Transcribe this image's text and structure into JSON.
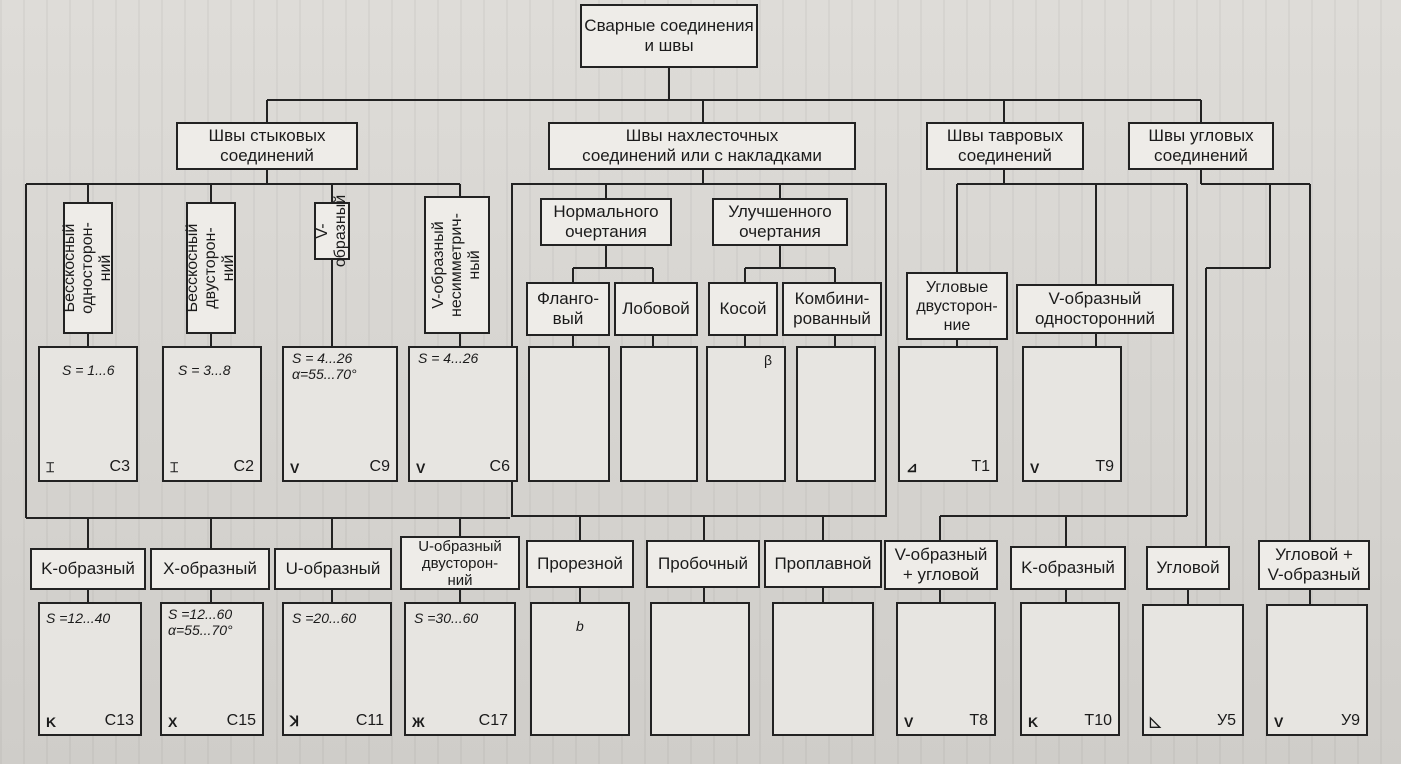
{
  "root": "Сварные соединения\nи швы",
  "categories": {
    "butt": "Швы стыковых\nсоединений",
    "lap": "Швы нахлесточных\nсоединений или с накладками",
    "tee": "Швы тавровых\nсоединений",
    "corner": "Швы угловых\nсоединений"
  },
  "butt_top": [
    {
      "label": "Бесскосный\nодносторон-\nний",
      "param": "S = 1...6",
      "symbol": "⌶",
      "code": "С3"
    },
    {
      "label": "Бесскосный\nдвусторон-\nний",
      "param": "S = 3...8",
      "symbol": "⌶",
      "code": "С2"
    },
    {
      "label": "V-образный",
      "param": "S = 4...26\nα=55...70°",
      "symbol": "V",
      "code": "С9"
    },
    {
      "label": "V-образный\nнесимметрич-\nный",
      "param": "S = 4...26",
      "symbol": "V",
      "code": "С6"
    }
  ],
  "butt_bottom": [
    {
      "label": "K-образный",
      "param": "S =12...40",
      "symbol": "K",
      "code": "С13"
    },
    {
      "label": "X-образный",
      "param": "S =12...60\nα=55...70°",
      "symbol": "X",
      "code": "С15"
    },
    {
      "label": "U-образный",
      "param": "S =20...60",
      "symbol": "ꓘ",
      "code": "С11"
    },
    {
      "label": "U-образный\nдвусторон-\nний",
      "param": "S =30...60",
      "symbol": "Ж",
      "code": "С17"
    }
  ],
  "lap_shape": {
    "normal": "Нормального\nочертания",
    "improved": "Улучшенного\nочертания"
  },
  "lap_types": [
    "Фланго-\nвый",
    "Лобовой",
    "Косой",
    "Комбини-\nрованный"
  ],
  "lap_bottom": [
    "Прорезной",
    "Пробочный",
    "Проплавной"
  ],
  "lap_annot": {
    "beta": "β",
    "b": "b"
  },
  "tee_top": [
    {
      "label": "Угловые\nдвусторон-\nние",
      "symbol": "⊿",
      "code": "Т1"
    },
    {
      "label": "V-образный\nодносторонний",
      "symbol": "V",
      "code": "Т9"
    }
  ],
  "bottom_right": [
    {
      "label": "V-образный\n+ угловой",
      "symbol": "V",
      "code": "Т8"
    },
    {
      "label": "K-образный",
      "symbol": "K",
      "code": "Т10"
    },
    {
      "label": "Угловой",
      "symbol": "◺",
      "code": "У5"
    },
    {
      "label": "Угловой +\nV-образный",
      "symbol": "V",
      "code": "У9"
    }
  ]
}
